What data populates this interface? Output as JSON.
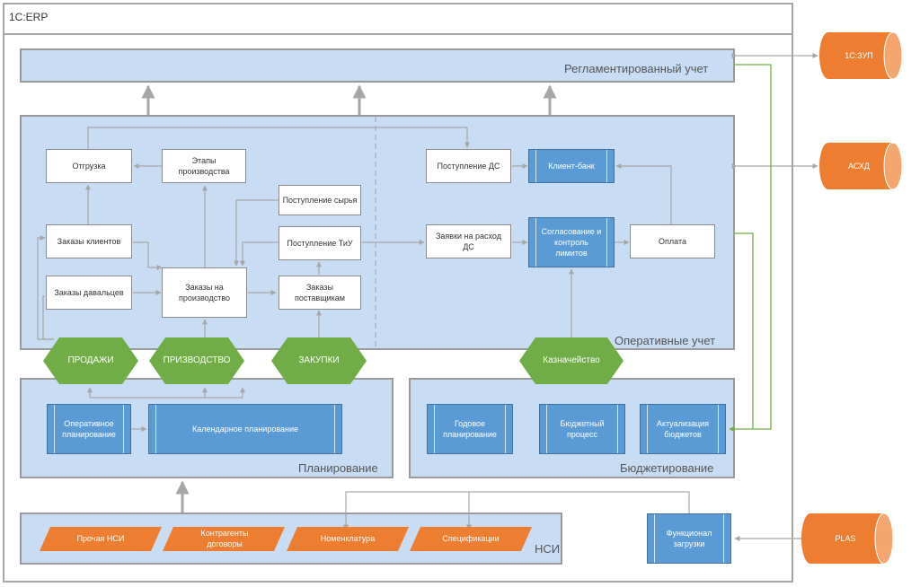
{
  "system_title": "1С:ERP",
  "regions": {
    "reglament": "Регламентированный учет",
    "operative": "Оперативные учет",
    "planning": "Планирование",
    "budgeting": "Бюджетирование",
    "nsi": "НСИ"
  },
  "boxes": {
    "shipment": "Отгрузка",
    "stages": "Этапы производства",
    "raw_receipt": "Поступление сырья",
    "goods_receipt": "Поступление ТиУ",
    "client_orders": "Заказы клиентов",
    "toll_orders": "Заказы давальцев",
    "prod_orders": "Заказы на производство",
    "supplier_orders": "Заказы поставщикам",
    "cash_receipt": "Поступление ДС",
    "expense_requests": "Заявки на расход ДС",
    "client_bank": "Клиент-банк",
    "limits_approval": "Согласование и контроль лимитов",
    "payment": "Оплата",
    "operative_planning": "Оперативное планирование",
    "calendar_planning": "Календарное планирование",
    "annual_planning": "Годовое планирование",
    "budget_process": "Бюджетный процесс",
    "budget_update": "Актуализация бюджетов",
    "load_functional": "Функционал загрузки"
  },
  "hexagons": {
    "sales": "ПРОДАЖИ",
    "production": "ПРИЗВОДСТВО",
    "purchases": "ЗАКУПКИ",
    "treasury": "Казначейство"
  },
  "nsi_items": [
    "Прочая НСИ",
    "Контрагенты договоры",
    "Номенклатура",
    "Спецификации"
  ],
  "external": {
    "zup": "1С:ЗУП",
    "asud": "АСХД",
    "plas": "PLAS"
  },
  "colors": {
    "orange": "#ed7d31",
    "green": "#70ad47",
    "blue": "#5b9bd5",
    "region": "#c8dcf4",
    "line": "#a6a6a6"
  }
}
